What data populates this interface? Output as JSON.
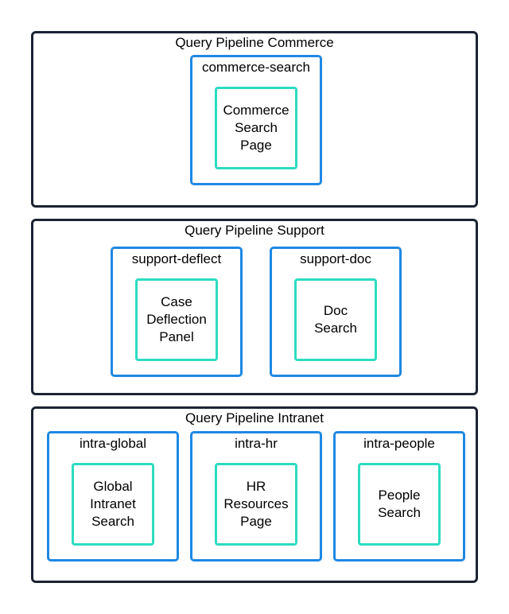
{
  "pipelines": [
    {
      "title": "Query Pipeline Commerce",
      "interfaces": [
        {
          "title": "commerce-search",
          "page": "Commerce\nSearch\nPage"
        }
      ]
    },
    {
      "title": "Query Pipeline Support",
      "interfaces": [
        {
          "title": "support-deflect",
          "page": "Case\nDeflection\nPanel"
        },
        {
          "title": "support-doc",
          "page": "Doc\nSearch"
        }
      ]
    },
    {
      "title": "Query Pipeline Intranet",
      "interfaces": [
        {
          "title": "intra-global",
          "page": "Global\nIntranet\nSearch"
        },
        {
          "title": "intra-hr",
          "page": "HR\nResources\nPage"
        },
        {
          "title": "intra-people",
          "page": "People\nSearch"
        }
      ]
    }
  ]
}
